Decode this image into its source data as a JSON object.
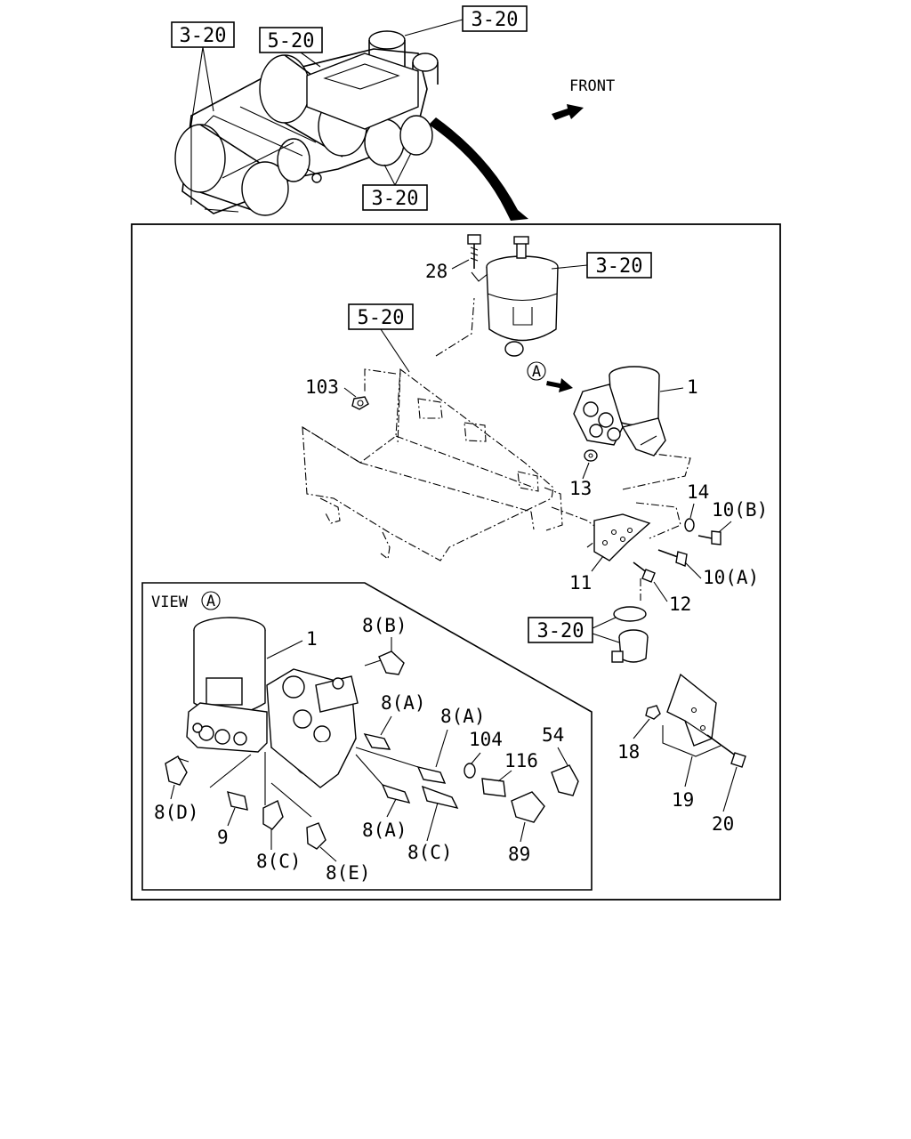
{
  "overview": {
    "ref_top_left": "3-20",
    "ref_top_mid": "5-20",
    "ref_top_right": "3-20",
    "ref_bottom": "3-20",
    "front_label": "FRONT"
  },
  "main": {
    "ref_tank": "3-20",
    "ref_bracket": "5-20",
    "ref_lower": "3-20",
    "callouts": {
      "c28": "28",
      "c103": "103",
      "c1": "1",
      "c13": "13",
      "c14": "14",
      "c10b": "10(B)",
      "c11": "11",
      "c10a": "10(A)",
      "c12": "12",
      "c18": "18",
      "c19": "19",
      "c20": "20",
      "view_marker": "A"
    }
  },
  "view": {
    "title": "VIEW",
    "marker": "A",
    "callouts": {
      "c1": "1",
      "c8b": "8(B)",
      "c8a_1": "8(A)",
      "c8a_2": "8(A)",
      "c8a_3": "8(A)",
      "c104": "104",
      "c54": "54",
      "c116": "116",
      "c8d": "8(D)",
      "c9": "9",
      "c8c_1": "8(C)",
      "c8e": "8(E)",
      "c8c_2": "8(C)",
      "c89": "89"
    }
  }
}
